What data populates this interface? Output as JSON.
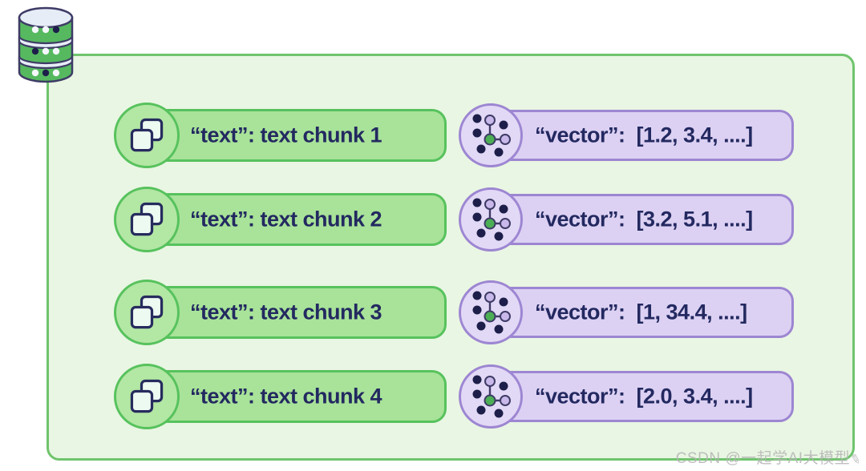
{
  "rows": [
    {
      "text_label": "“text”: text chunk 1",
      "vector_label": "“vector”:  [1.2, 3.4, ....]"
    },
    {
      "text_label": "“text”: text chunk 2",
      "vector_label": "“vector”:  [3.2, 5.1, ....]"
    },
    {
      "text_label": "“text”: text chunk 3",
      "vector_label": "“vector”:  [1, 34.4, ....]"
    },
    {
      "text_label": "“text”: text chunk 4",
      "vector_label": "“vector”:  [2.0, 3.4, ....]"
    }
  ],
  "icons": {
    "database": "database-icon",
    "text_chunk": "copy-icon",
    "vector": "graph-nodes-icon",
    "watermark_pen": "✎"
  },
  "watermark": {
    "text": "CSDN @一起学AI大模型"
  },
  "colors": {
    "container_bg": "#e9f6e3",
    "container_border": "#6fc46d",
    "text_pill_bg": "#a8e399",
    "text_pill_border": "#57c25d",
    "text_circle_bg": "#b3e7a4",
    "vector_pill_bg": "#dcd1f3",
    "vector_pill_border": "#9d86d2",
    "vector_circle_bg": "#e2d9f6",
    "label_text": "#232960",
    "node_dark": "#1d1f4a",
    "node_green": "#4cae55",
    "node_lavender": "#c9b9ea",
    "db_green": "#56b95f",
    "db_light": "#e7edf7",
    "db_outline": "#3e3b66",
    "watermark_gray": "#b4b4b4"
  }
}
